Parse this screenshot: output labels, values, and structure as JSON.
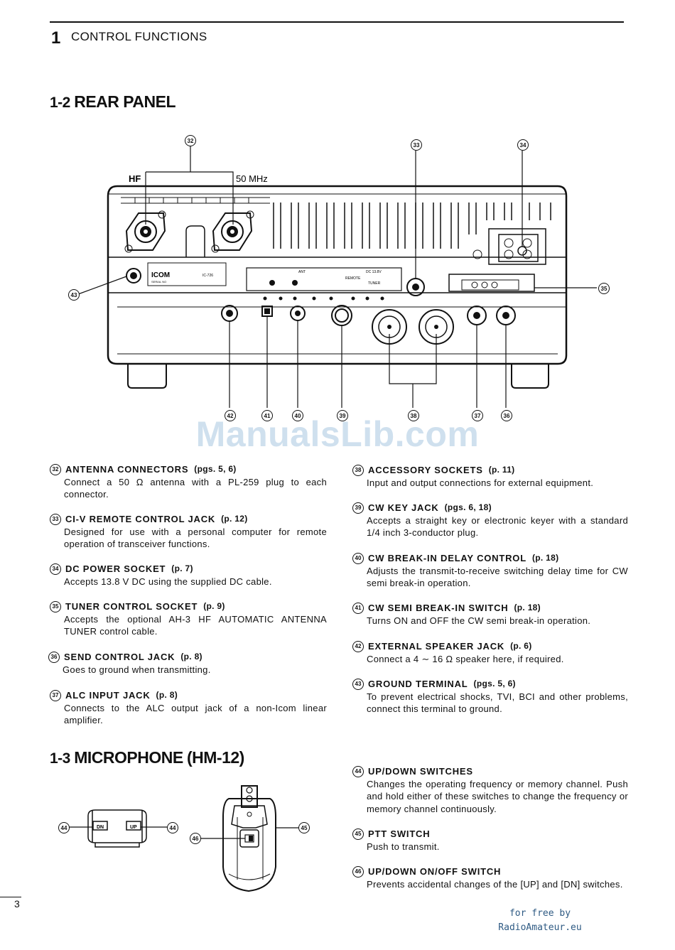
{
  "header": {
    "chapter_number": "1",
    "chapter_title": "CONTROL FUNCTIONS"
  },
  "rear_panel": {
    "title_num": "1-2",
    "title_text": "REAR PANEL",
    "labels": {
      "hf": "HF",
      "mhz50": "50 MHz"
    },
    "callouts": [
      "32",
      "33",
      "34",
      "35",
      "36",
      "37",
      "38",
      "39",
      "40",
      "41",
      "42",
      "43"
    ],
    "panel_text": {
      "icom": "ICOM",
      "model": "IC-726",
      "ant": "ANT",
      "dc": "DC 13.8V",
      "remote": "REMOTE",
      "tuner": "TUNER",
      "serial": "SERIAL NO"
    }
  },
  "rear_items_left": [
    {
      "num": "32",
      "title": "ANTENNA CONNECTORS",
      "pages": "(pgs. 5, 6)",
      "body": "Connect a 50 Ω antenna with a PL-259 plug to each connector."
    },
    {
      "num": "33",
      "title": "CI-V REMOTE CONTROL JACK",
      "pages": "(p. 12)",
      "body": "Designed for use with a personal computer for remote operation of transceiver functions."
    },
    {
      "num": "34",
      "title": "DC POWER SOCKET",
      "pages": "(p. 7)",
      "body": "Accepts 13.8 V DC using the supplied DC cable."
    },
    {
      "num": "35",
      "title": "TUNER CONTROL SOCKET",
      "pages": "(p. 9)",
      "body": "Accepts the optional AH-3 HF AUTOMATIC ANTENNA TUNER control cable."
    },
    {
      "num": "36",
      "title": "SEND CONTROL JACK",
      "pages": "(p. 8)",
      "body": "Goes to ground when transmitting."
    },
    {
      "num": "37",
      "title": "ALC INPUT JACK",
      "pages": "(p. 8)",
      "body": "Connects to the ALC output jack of a non-Icom linear amplifier."
    }
  ],
  "rear_items_right": [
    {
      "num": "38",
      "title": "ACCESSORY SOCKETS",
      "pages": "(p. 11)",
      "body": "Input and output connections for external equipment."
    },
    {
      "num": "39",
      "title": "CW KEY JACK",
      "pages": "(pgs. 6, 18)",
      "body": "Accepts a straight key or electronic keyer with a standard 1/4 inch 3-conductor plug."
    },
    {
      "num": "40",
      "title": "CW BREAK-IN DELAY CONTROL",
      "pages": "(p. 18)",
      "body": "Adjusts the transmit-to-receive switching delay time for CW semi break-in operation."
    },
    {
      "num": "41",
      "title": "CW SEMI BREAK-IN SWITCH",
      "pages": "(p. 18)",
      "body": "Turns ON and OFF the CW semi break-in operation."
    },
    {
      "num": "42",
      "title": "EXTERNAL SPEAKER JACK",
      "pages": "(p. 6)",
      "body": "Connect a 4 ∼ 16 Ω speaker here, if required."
    },
    {
      "num": "43",
      "title": "GROUND TERMINAL",
      "pages": "(pgs. 5, 6)",
      "body": "To prevent electrical shocks, TVI, BCI and other problems, connect this terminal to ground."
    }
  ],
  "microphone": {
    "title_num": "1-3",
    "title_text": "MICROPHONE",
    "title_model": "(HM-12)",
    "switch_labels": {
      "dn": "DN",
      "up": "UP"
    },
    "callouts": [
      "44",
      "44",
      "45",
      "46"
    ]
  },
  "mic_items": [
    {
      "num": "44",
      "title": "UP/DOWN SWITCHES",
      "body": "Changes the operating frequency or memory channel. Push and hold either of these switches to change the frequency or memory channel continuously."
    },
    {
      "num": "45",
      "title": "PTT SWITCH",
      "body": "Push to transmit."
    },
    {
      "num": "46",
      "title": "UP/DOWN ON/OFF SWITCH",
      "body": "Prevents accidental changes of the [UP] and [DN] switches."
    }
  ],
  "watermark": "ManualsLib.com",
  "footer": {
    "page_number": "3",
    "credit_line1": "for free by",
    "credit_line2": "RadioAmateur.eu"
  }
}
